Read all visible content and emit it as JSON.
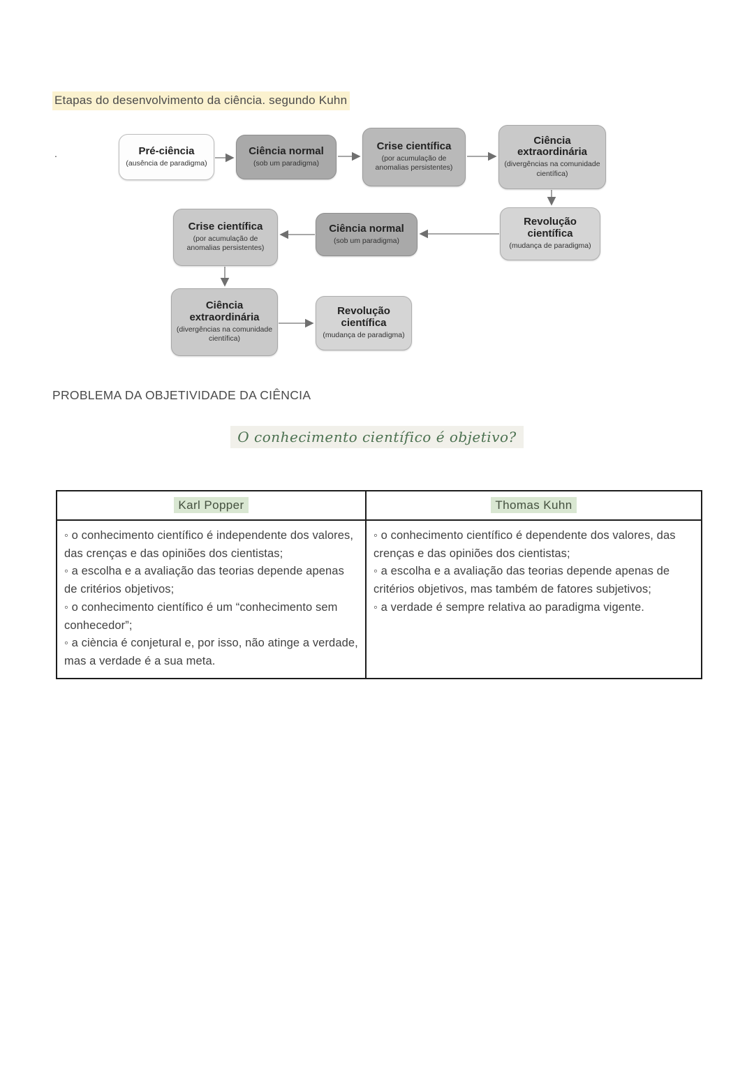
{
  "page": {
    "title": "Etapas do desenvolvimento da ciência. segundo Kuhn",
    "stray_dot": ".",
    "section_heading": "PROBLEMA DA OBJETIVIDADE DA CIÊNCIA",
    "question": "O conhecimento científico é objetivo?"
  },
  "colors": {
    "title_highlight": "#fbf2cf",
    "question_text": "#4b7150",
    "question_highlight": "#f1f0ea",
    "header_highlight": "#d9e7d2",
    "table_border": "#1c1c1c",
    "box_gray_dark": "#a9a9a9",
    "box_gray_mid": "#b9b9b9",
    "box_gray_light": "#c9c9c9",
    "box_white": "#fdfdfd"
  },
  "diagram": {
    "boxes": [
      {
        "title": "Pré-ciência",
        "subtitle": "(ausência de paradigma)"
      },
      {
        "title": "Ciência normal",
        "subtitle": "(sob um paradigma)"
      },
      {
        "title": "Crise científica",
        "subtitle": "(por acumulação de anomalias persistentes)"
      },
      {
        "title": "Ciência extraordinária",
        "subtitle": "(divergências na comunidade científica)"
      },
      {
        "title": "Revolução científica",
        "subtitle": "(mudança de paradigma)"
      },
      {
        "title": "Ciência normal",
        "subtitle": "(sob um paradigma)"
      },
      {
        "title": "Crise científica",
        "subtitle": "(por acumulação de anomalias persistentes)"
      },
      {
        "title": "Ciência extraordinária",
        "subtitle": "(divergências na comunidade científica)"
      },
      {
        "title": "Revolução científica",
        "subtitle": "(mudança de paradigma)"
      }
    ]
  },
  "table": {
    "headers": [
      "Karl Popper",
      "Thomas Kuhn"
    ],
    "popper_items": [
      "◦ o conhecimento científico é independente dos valores, das crenças e das opiniões dos cientistas;",
      "◦ a escolha e a avaliação das teorias depende apenas de critérios objetivos;",
      "◦ o conhecimento científico é um “conhecimento sem conhecedor”;",
      "◦ a ciència é conjetural e, por isso, não atinge a verdade, mas a verdade é a sua meta."
    ],
    "kuhn_items": [
      "◦ o conhecimento científico é dependente dos valores, das crenças e das opiniões dos cientistas;",
      "◦ a escolha e a avaliação das teorias depende apenas de critérios objetivos, mas também de fatores subjetivos;",
      "◦ a verdade é sempre relativa ao paradigma vigente."
    ]
  }
}
